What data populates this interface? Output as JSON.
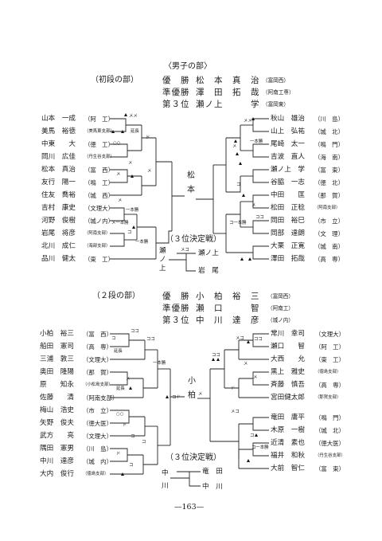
{
  "men": {
    "header": "〈男子の部〉",
    "subheader": "（初段の部）",
    "results": [
      {
        "rank": "優　勝",
        "name": "松　本　真　治",
        "aff": "（富岡西）"
      },
      {
        "rank": "準優勝",
        "name": "澤　田　拓　哉",
        "aff": "（阿南工専）"
      },
      {
        "rank": "第３位",
        "name": "瀬ノ上　　　学",
        "aff": "（富岡東）"
      }
    ],
    "left": [
      {
        "name": "山本　一成",
        "aff": "（阿　工）"
      },
      {
        "name": "美馬　裕徳",
        "aff": "（美馬東支部）"
      },
      {
        "name": "中東　　大",
        "aff": "（徳　工）"
      },
      {
        "name": "岡川　広佳",
        "aff": "（丹生谷支部）"
      },
      {
        "name": "松本　真治",
        "aff": "（富　西）"
      },
      {
        "name": "友行　陽一",
        "aff": "（鳴　工）"
      },
      {
        "name": "住友　喬裕",
        "aff": "（城　西）"
      },
      {
        "name": "吉村　康史",
        "aff": "（文理大）"
      },
      {
        "name": "河野　俊樹",
        "aff": "（城ノ内）"
      },
      {
        "name": "岩尾　将彦",
        "aff": "（阿南支部）"
      },
      {
        "name": "北川　成仁",
        "aff": "（海部支部）"
      },
      {
        "name": "品川　健太",
        "aff": "（東　工）"
      }
    ],
    "right": [
      {
        "name": "秋山　雄治",
        "aff": "（川　島）"
      },
      {
        "name": "山上　弘祐",
        "aff": "（城　北）"
      },
      {
        "name": "尾崎　太一",
        "aff": "（鳴　門）"
      },
      {
        "name": "吉波　直人",
        "aff": "（海　南）"
      },
      {
        "name": "瀬ノ上　学",
        "aff": "（富　東）"
      },
      {
        "name": "谷脇　一志",
        "aff": "（徳　北）"
      },
      {
        "name": "中田　　匡",
        "aff": "（那　賀）"
      },
      {
        "name": "松田　正稔",
        "aff": "（阿南支部）"
      },
      {
        "name": "岡田　裕巳",
        "aff": "（市　立）"
      },
      {
        "name": "岡部　達朗",
        "aff": "（文　理）"
      },
      {
        "name": "大栗　正寛",
        "aff": "（城　南）"
      },
      {
        "name": "澤田　拓哉",
        "aff": "（高　専）"
      }
    ],
    "champion_vertical": [
      "松",
      "本"
    ],
    "third": {
      "label": "（３位決定戦）",
      "a": "瀬ノ上",
      "b": "岩　尾",
      "winner_vertical": [
        "瀬",
        "ノ",
        "上"
      ]
    }
  },
  "dan2": {
    "subheader": "（２段の部）",
    "results": [
      {
        "rank": "優　勝",
        "name": "小　柏　裕　三",
        "aff": "（富岡西）"
      },
      {
        "rank": "準優勝",
        "name": "瀬　口　　　智",
        "aff": "（阿南工）"
      },
      {
        "rank": "第３位",
        "name": "中　川　達　彦",
        "aff": "（城ノ内）"
      }
    ],
    "left": [
      {
        "name": "小柏　裕三",
        "aff": "（富　西）"
      },
      {
        "name": "船田　憲司",
        "aff": "（高　専）"
      },
      {
        "name": "三浦　敦三",
        "aff": "（文理大）"
      },
      {
        "name": "奥田　隆陽",
        "aff": "（那　賀）"
      },
      {
        "name": "原　　知永",
        "aff": "（小松島支部）"
      },
      {
        "name": "佐藤　　清",
        "aff": "（阿南支部）"
      },
      {
        "name": "梅山　浩史",
        "aff": "（市　立）"
      },
      {
        "name": "矢野　俊夫",
        "aff": "（徳大医）"
      },
      {
        "name": "武方　　亮",
        "aff": "（文理大）"
      },
      {
        "name": "隅田　憲男",
        "aff": "（川　島）"
      },
      {
        "name": "中川　達彦",
        "aff": "（城　内）"
      },
      {
        "name": "大内　俊行",
        "aff": "（徳島支部）"
      }
    ],
    "right": [
      {
        "name": "常川　幸司",
        "aff": "（文理大）"
      },
      {
        "name": "瀬口　　智",
        "aff": "（阿　工）"
      },
      {
        "name": "大西　　允",
        "aff": "（東　工）"
      },
      {
        "name": "黒上　雅史",
        "aff": "（徳島支部）"
      },
      {
        "name": "斉藤　慎吾",
        "aff": "（高　専）"
      },
      {
        "name": "宮田健太郎",
        "aff": "（那賀支部）"
      },
      {
        "name": "竜田　庸平",
        "aff": "（鳴　門）"
      },
      {
        "name": "木原　一樹",
        "aff": "（城　北）"
      },
      {
        "name": "近清　素也",
        "aff": "（徳大医）"
      },
      {
        "name": "福井　和秋",
        "aff": "（丹生谷支部）"
      },
      {
        "name": "大前　智仁",
        "aff": "（富　東）"
      }
    ],
    "champion_vertical": [
      "小",
      "柏"
    ],
    "third": {
      "label": "（３位決定戦）",
      "a": "竜　田",
      "b": "中　川",
      "vertical": [
        "中",
        "川"
      ]
    }
  },
  "marks": {
    "kote": "コ",
    "men": "メ",
    "do": "ド",
    "ippon": "一本勝",
    "mendo": "メド",
    "menkote": "メコ",
    "kokote": "ココ",
    "menme": "メメ",
    "enchou": "延長",
    "fusen": "○○",
    "mewaza": "メ一本勝",
    "kowaza": "コ一本勝",
    "kote_do": "コド"
  },
  "page_number": "—163—"
}
